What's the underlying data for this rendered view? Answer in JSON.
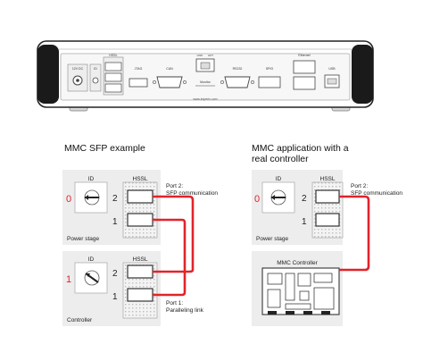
{
  "device": {
    "port_labels": [
      "12V DC",
      "ID",
      "HSSL",
      "JTAG",
      "CAN",
      "Ethernet",
      "RS232",
      "SPIO",
      "USB",
      "Monitor"
    ],
    "link_label": "LINK",
    "activity_label": "ACT",
    "website": "www.imperix.com"
  },
  "left": {
    "heading": "MMC SFP example",
    "col_id": "ID",
    "col_hssl": "HSSL",
    "upper_unit": {
      "id_value": "0",
      "port_a": "2",
      "port_b": "1",
      "caption": "Power stage"
    },
    "lower_unit": {
      "id_value": "1",
      "port_a": "2",
      "port_b": "1",
      "caption": "Controller"
    },
    "note_port2": [
      "Port 2:",
      "SFP communication"
    ],
    "note_port1": [
      "Port 1:",
      "Paralleling link"
    ],
    "link_color": "#e2232a"
  },
  "right": {
    "heading_line1": "MMC application with a",
    "heading_line2": "real controller",
    "col_id": "ID",
    "col_hssl": "HSSL",
    "unit": {
      "id_value": "0",
      "port_a": "2",
      "port_b": "1",
      "caption": "Power stage"
    },
    "note_port2": [
      "Port 2:",
      "SFP communication"
    ],
    "controller_label": "MMC Controller",
    "link_color": "#e2232a"
  }
}
